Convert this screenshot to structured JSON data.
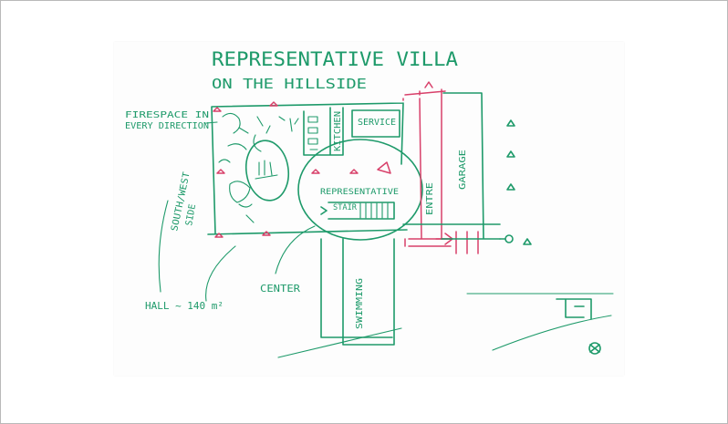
{
  "title": {
    "line1": "REPRESENTATIVE VILLA",
    "line2": "ON THE HILLSIDE"
  },
  "labels": {
    "firespace_line1": "FIRESPACE IN",
    "firespace_line2": "EVERY DIRECTION",
    "kitchen": "KITCHEN",
    "service": "SERVICE",
    "representative": "REPRESENTATIVE",
    "stair": "STAIR",
    "south_west": "SOUTH/WEST",
    "side": "SIDE",
    "entre": "ENTRE",
    "garage": "GARAGE",
    "center": "CENTER",
    "hall": "HALL ~ 140 m²",
    "swimming": "SWIMMING"
  },
  "colors": {
    "ink_green": "#1e9a6a",
    "ink_red": "#d8406a",
    "paper": "#fdfdfd"
  }
}
